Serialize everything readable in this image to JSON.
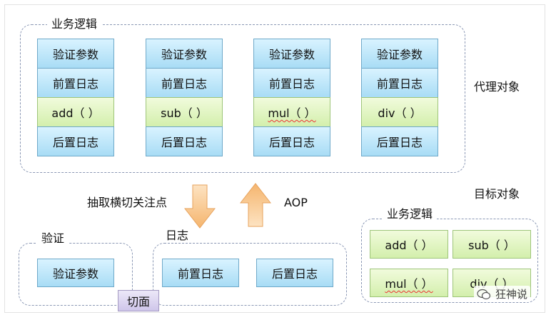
{
  "proxy_group": {
    "title": "业务逻辑",
    "columns": [
      {
        "verify": "验证参数",
        "pre_log": "前置日志",
        "method": "add（ ）",
        "post_log": "后置日志"
      },
      {
        "verify": "验证参数",
        "pre_log": "前置日志",
        "method": "sub（ ）",
        "post_log": "后置日志"
      },
      {
        "verify": "验证参数",
        "pre_log": "前置日志",
        "method": "mul（ ）",
        "post_log": "后置日志"
      },
      {
        "verify": "验证参数",
        "pre_log": "前置日志",
        "method": "div（ ）",
        "post_log": "后置日志"
      }
    ]
  },
  "proxy_object_label": "代理对象",
  "target_object_label": "目标对象",
  "extract_label": "抽取横切关注点",
  "aop_label": "AOP",
  "verify_group": {
    "title": "验证",
    "item": "验证参数"
  },
  "log_group": {
    "title": "日志",
    "items": [
      "前置日志",
      "后置日志"
    ]
  },
  "aspect_label": "切面",
  "target_group": {
    "title": "业务逻辑",
    "methods": [
      "add（ ）",
      "sub（ ）",
      "mul（ ）",
      "div（ ）"
    ]
  },
  "watermark": "狂神说",
  "colors": {
    "blue_cell": "#a8dcf5",
    "green_cell": "#d3efac",
    "arrow": "#f8c890",
    "purple_tag": "#cfc6ea",
    "dash_border": "#8a97b4"
  }
}
